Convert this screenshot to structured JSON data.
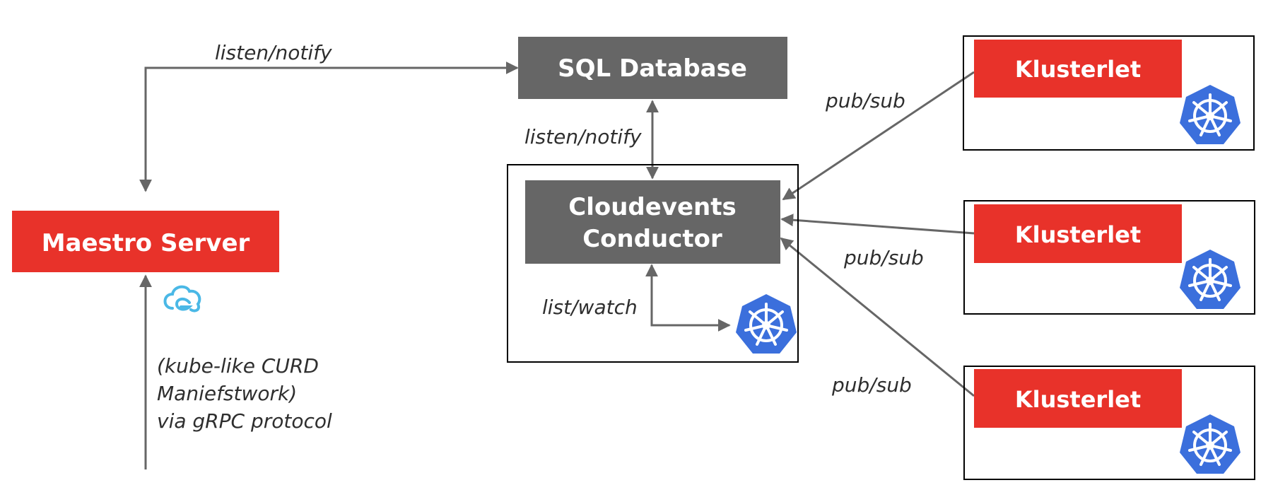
{
  "maestro_server": {
    "label": "Maestro Server"
  },
  "sql_database": {
    "label": "SQL Database"
  },
  "conductor": {
    "line1": "Cloudevents",
    "line2": "Conductor"
  },
  "klusterlets": [
    {
      "label": "Klusterlet"
    },
    {
      "label": "Klusterlet"
    },
    {
      "label": "Klusterlet"
    }
  ],
  "labels": {
    "listen_notify_top": "listen/notify",
    "listen_notify_mid": "listen/notify",
    "list_watch": "list/watch",
    "pubsub_1": "pub/sub",
    "pubsub_2": "pub/sub",
    "pubsub_3": "pub/sub",
    "grpc_line1": "(kube-like CURD",
    "grpc_line2": "Maniefstwork)",
    "grpc_line3": "via gRPC protocol"
  },
  "colors": {
    "red": "#e8322a",
    "gray_box": "#666666",
    "k8s_blue": "#3b6fdc",
    "cloud_icon": "#4ab8e6"
  },
  "icons": [
    "kubernetes-icon",
    "cloudevents-icon"
  ]
}
